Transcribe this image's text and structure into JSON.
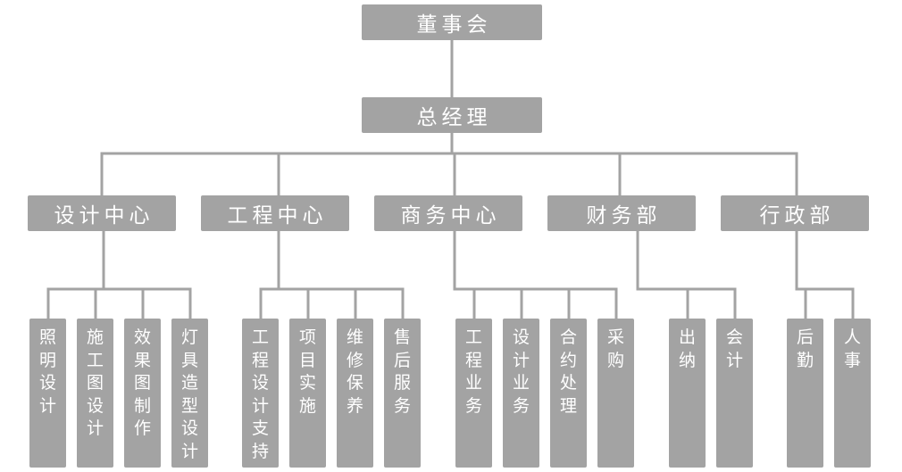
{
  "colors": {
    "box": "#a3a3a3",
    "line": "#a3a3a3",
    "text": "#ffffff"
  },
  "top": {
    "board": "董事会",
    "gm": "总经理"
  },
  "departments": [
    {
      "name": "设计中心",
      "units": [
        "照明设计",
        "施工图设计",
        "效果图制作",
        "灯具造型设计"
      ]
    },
    {
      "name": "工程中心",
      "units": [
        "工程设计支持",
        "项目实施",
        "维修保养",
        "售后服务"
      ]
    },
    {
      "name": "商务中心",
      "units": [
        "工程业务",
        "设计业务",
        "合约处理",
        "采购"
      ]
    },
    {
      "name": "财务部",
      "units": [
        "出纳",
        "会计"
      ]
    },
    {
      "name": "行政部",
      "units": [
        "后勤",
        "人事"
      ]
    }
  ]
}
